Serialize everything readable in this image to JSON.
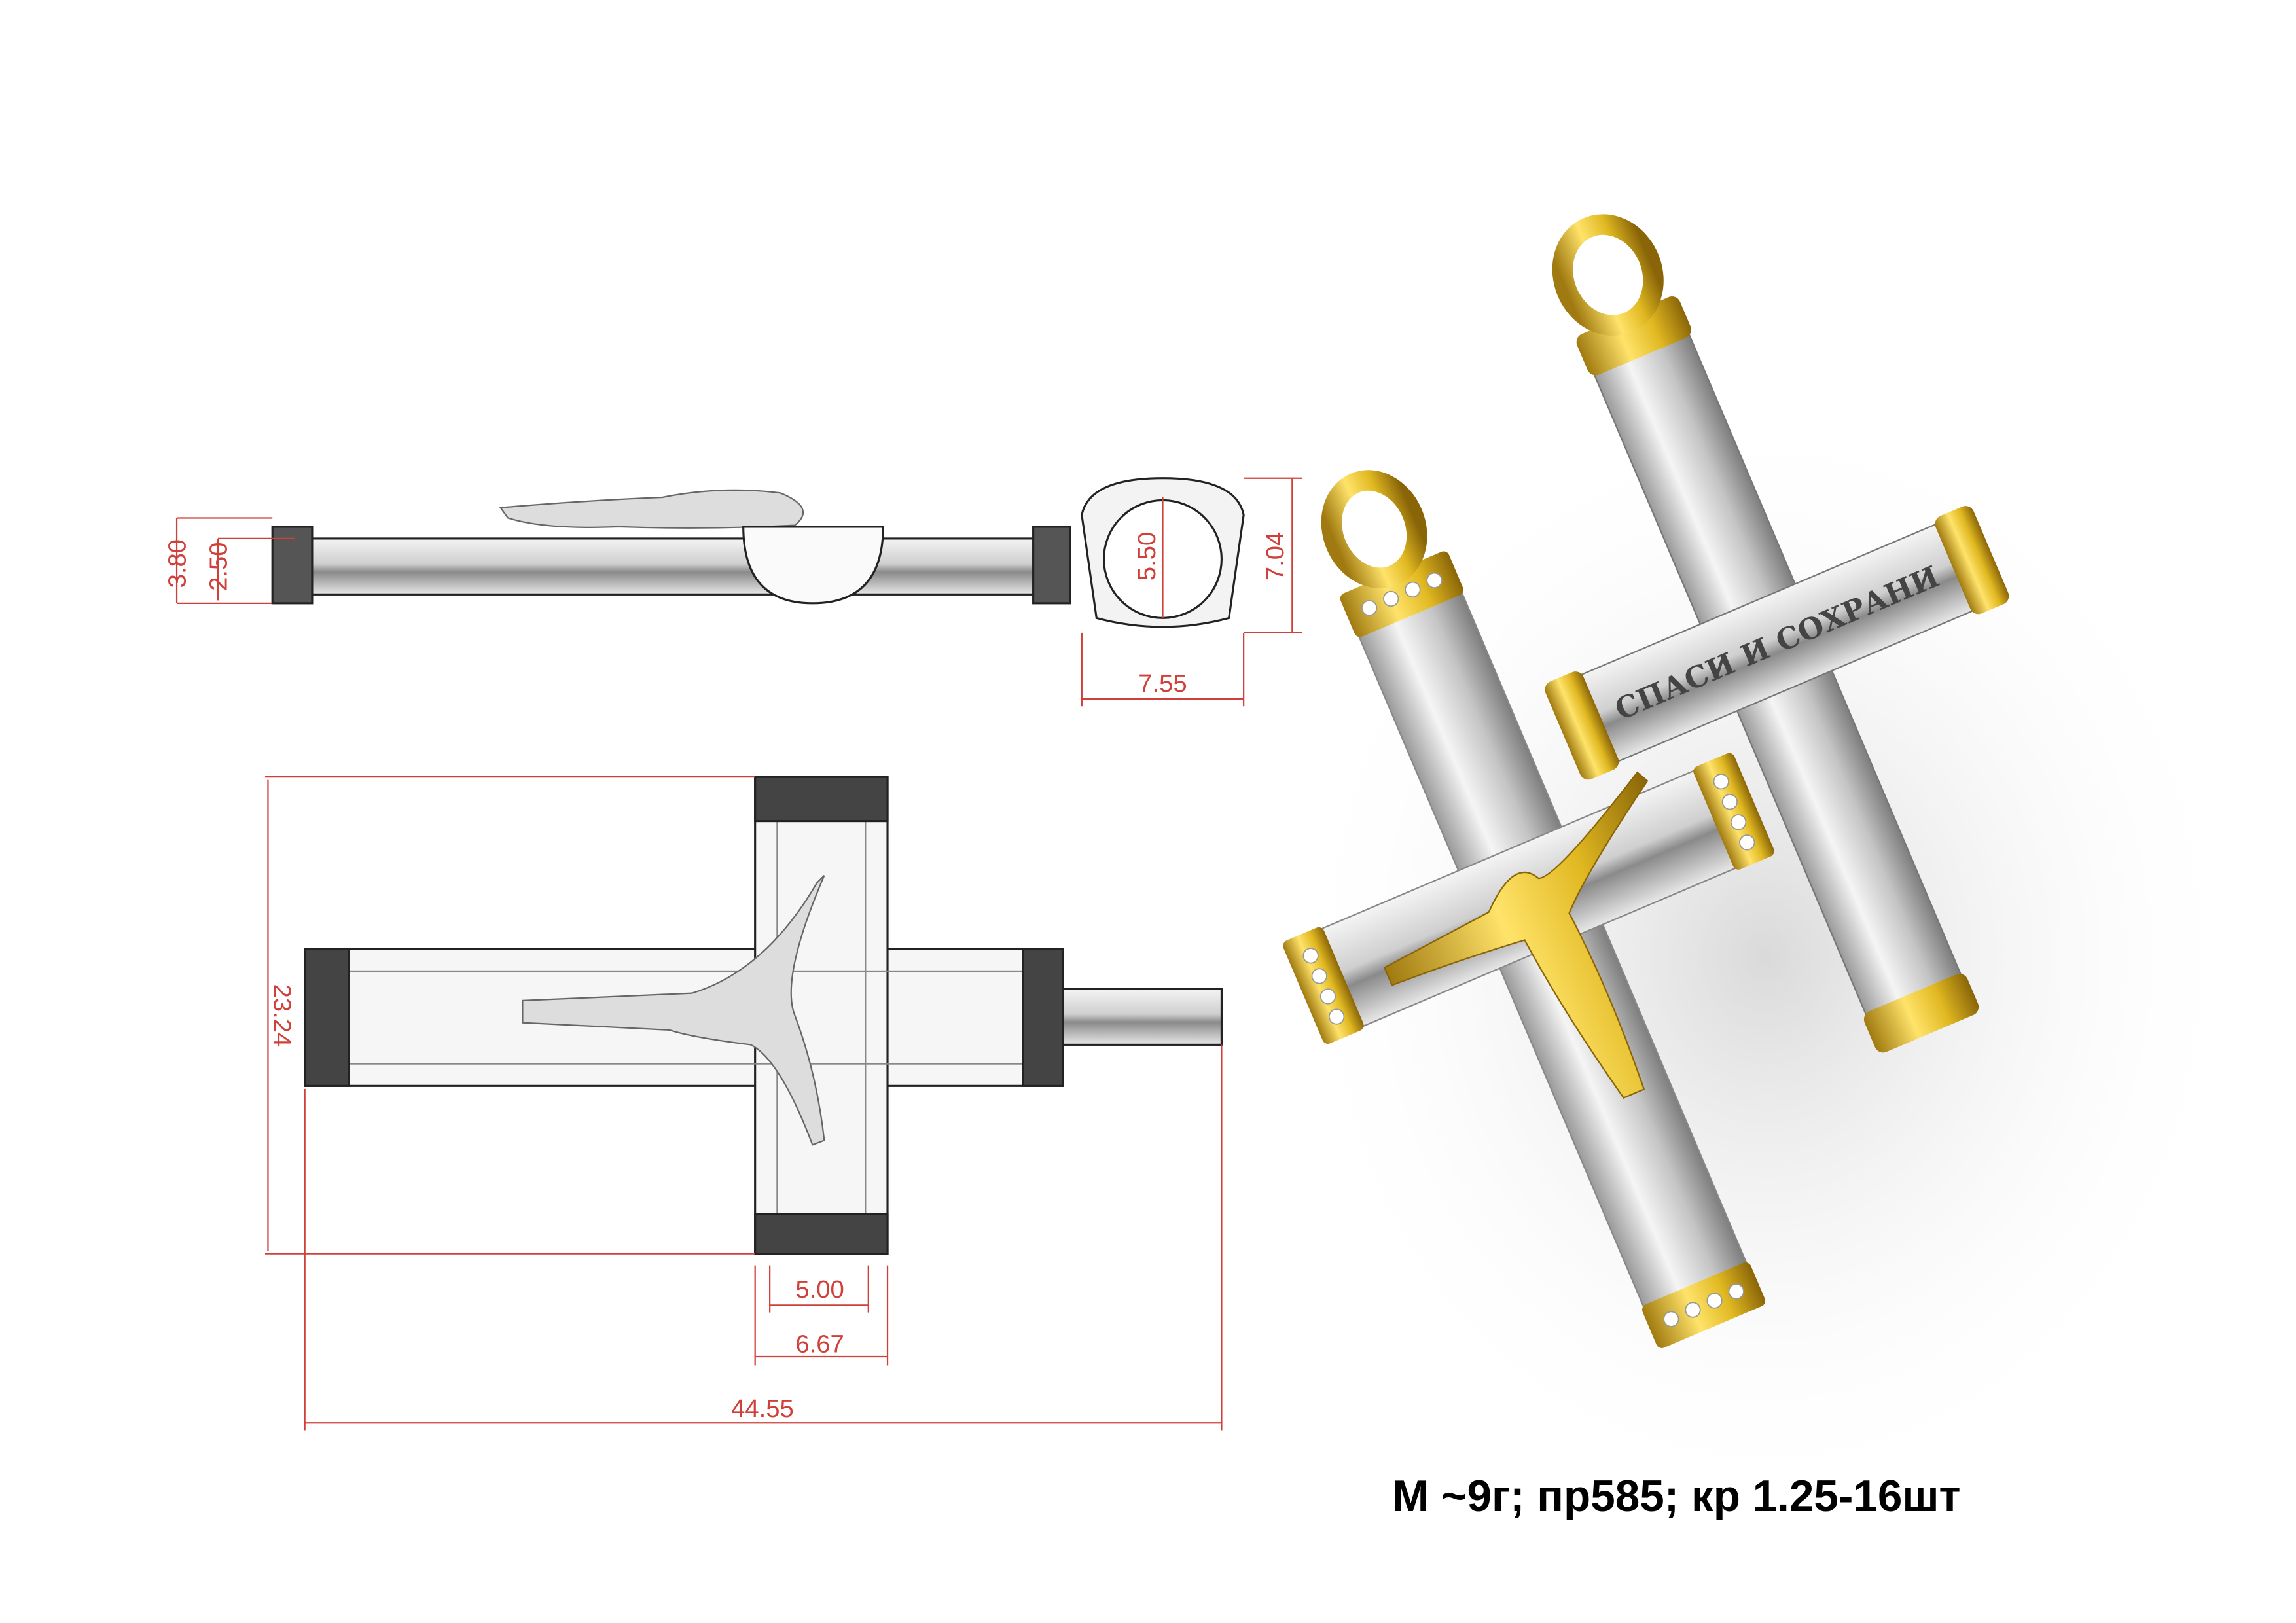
{
  "dimensions": {
    "side_height_total": "3.80",
    "side_height_bar": "2.50",
    "bail_inner": "5.50",
    "bail_height": "7.04",
    "bail_width": "7.55",
    "total_height": "23.24",
    "beam_inner_width": "5.00",
    "beam_width": "6.67",
    "total_width": "44.55"
  },
  "engraving": "СПАСИ И СОХРАНИ",
  "caption": "М ~9г; пр585; кр 1.25-16шт",
  "colors": {
    "dimension": "#d0403a",
    "gold": "#e0b821",
    "silver": "#d8d8d8"
  }
}
